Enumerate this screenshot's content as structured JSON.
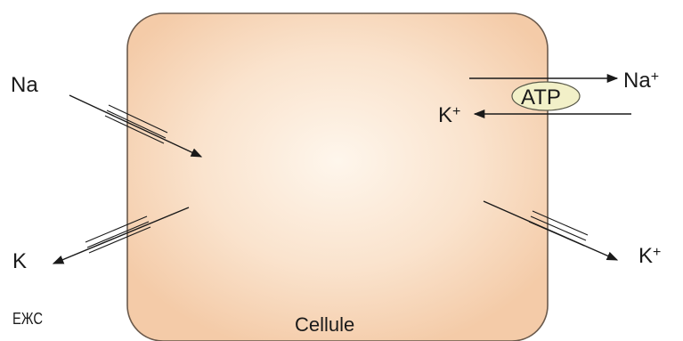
{
  "cell": {
    "label": "Cellule"
  },
  "labels": {
    "na_left": "Na",
    "k_left": "K",
    "na_plus_right": "Na",
    "na_plus_right_sup": "+",
    "k_plus_pump": "K",
    "k_plus_pump_sup": "+",
    "k_plus_bottom": "K",
    "k_plus_bottom_sup": "+",
    "atp": "ATP"
  },
  "watermark": {
    "text": "ЕЖС"
  },
  "colors": {
    "cell_fill_center": "#fef3e6",
    "cell_fill_edge": "#f6d2b4",
    "cell_stroke": "#6b5a4c",
    "atp_fill": "#f2f0c8",
    "arrow": "#1a1a1a"
  }
}
